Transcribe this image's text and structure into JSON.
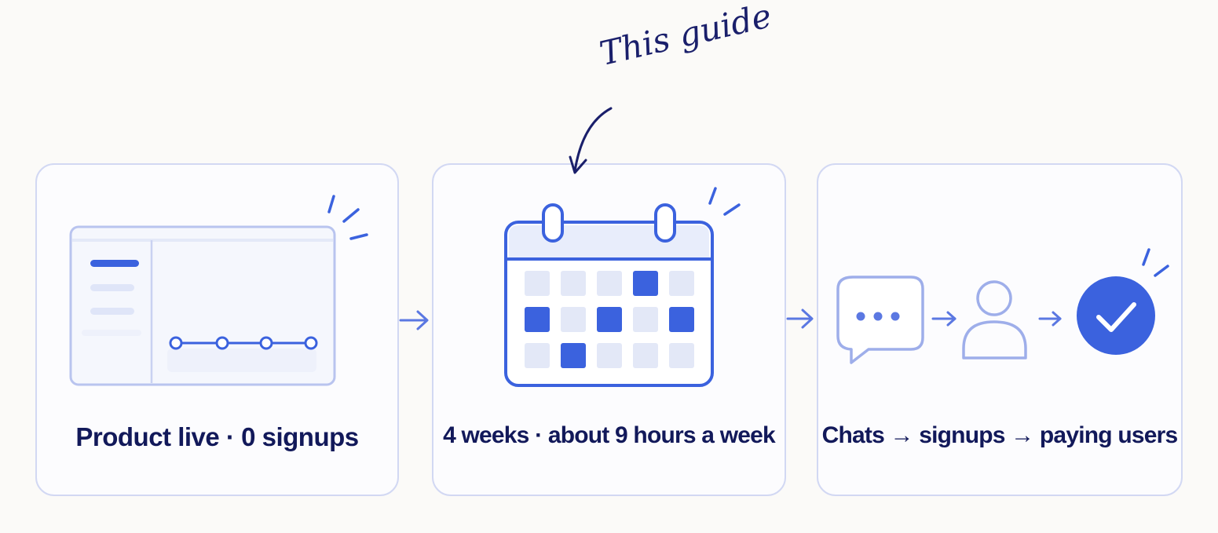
{
  "annotation": {
    "label": "This guide"
  },
  "steps": [
    {
      "caption": "Product live · 0 signups"
    },
    {
      "caption": "4 weeks · about 9 hours a week"
    },
    {
      "caption": "Chats → signups → paying users"
    }
  ],
  "colors": {
    "accent": "#3b62de",
    "accent_light": "#d9e0f8",
    "outline": "#d2d8f3",
    "text": "#12195a",
    "background": "#fbfaf8"
  },
  "icons": [
    "browser-window-icon",
    "calendar-icon",
    "chat-bubble-icon",
    "user-icon",
    "check-circle-icon",
    "arrow-right-icon",
    "curved-arrow-icon"
  ]
}
